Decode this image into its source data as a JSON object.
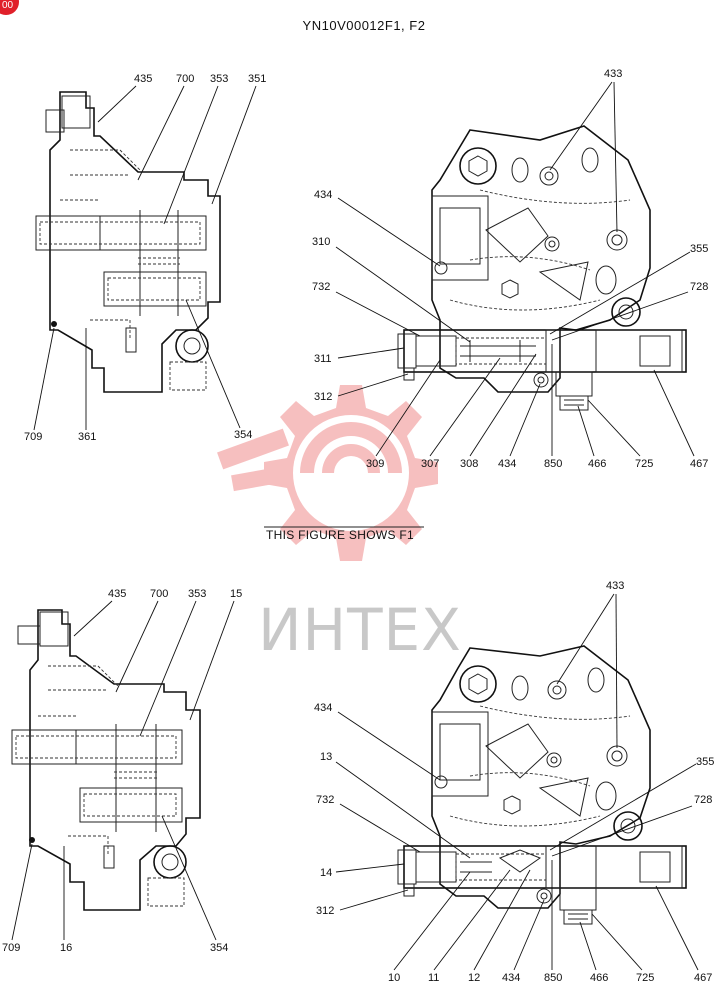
{
  "header": {
    "title": "YN10V00012F1, F2"
  },
  "caption": "THIS FIGURE SHOWS  F1",
  "watermark": "ИНТЕХ",
  "colors": {
    "watermark": "#e84a4a",
    "badge": "#e0202a",
    "ink": "#111111"
  },
  "corner_badge": "00",
  "figure_f1": {
    "side_view_labels": {
      "l435": "435",
      "l700": "700",
      "l353": "353",
      "l351": "351",
      "l709": "709",
      "l361": "361",
      "l354": "354"
    },
    "front_view_labels": {
      "l433": "433",
      "l434a": "434",
      "l310": "310",
      "l355": "355",
      "l732": "732",
      "l728": "728",
      "l311": "311",
      "l312": "312",
      "l309": "309",
      "l307": "307",
      "l308": "308",
      "l434b": "434",
      "l850": "850",
      "l466": "466",
      "l725": "725",
      "l467": "467"
    }
  },
  "figure_f2": {
    "side_view_labels": {
      "l435": "435",
      "l700": "700",
      "l353": "353",
      "l15": "15",
      "l709": "709",
      "l16": "16",
      "l354": "354"
    },
    "front_view_labels": {
      "l433": "433",
      "l434a": "434",
      "l13": "13",
      "l355": "355",
      "l732": "732",
      "l728": "728",
      "l14": "14",
      "l312": "312",
      "l10": "10",
      "l11": "11",
      "l12": "12",
      "l434b": "434",
      "l850": "850",
      "l466": "466",
      "l725": "725",
      "l467": "467"
    }
  }
}
